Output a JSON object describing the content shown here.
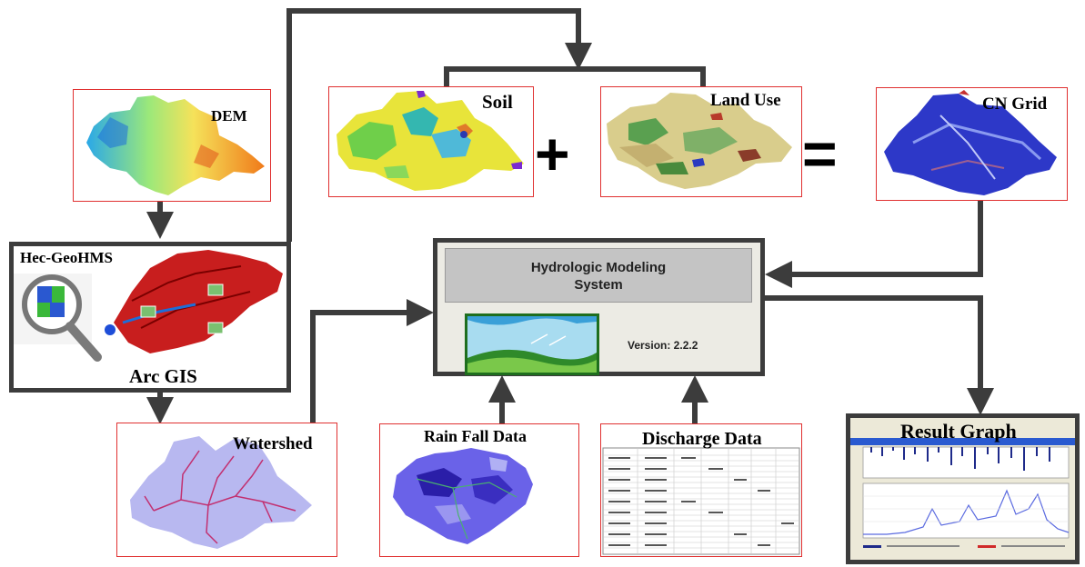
{
  "labels": {
    "dem": "DEM",
    "soil": "Soil",
    "land_use": "Land Use",
    "cn_grid": "CN Grid",
    "hec_geohms": "Hec-GeoHMS",
    "arc_gis": "Arc GIS",
    "watershed": "Watershed",
    "rainfall": "Rain Fall Data",
    "discharge": "Discharge Data",
    "result": "Result Graph"
  },
  "operators": {
    "plus": "+",
    "equals": "="
  },
  "hms": {
    "title_line1": "Hydrologic Modeling",
    "title_line2": "System",
    "version": "Version: 2.2.2"
  },
  "colors": {
    "arrow": "#3c3c3c",
    "box_border": "#e03030"
  }
}
